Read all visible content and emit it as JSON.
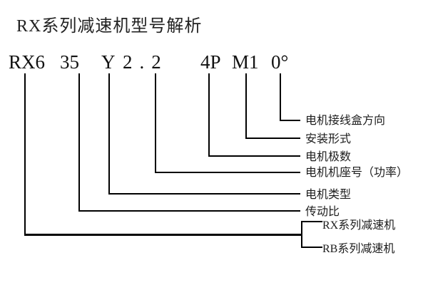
{
  "title": "RX系列减速机型号解析",
  "model_code": {
    "series_prefix": "RX6",
    "ratio": "35",
    "motor_type": "Y",
    "frame_power": "2.2",
    "poles": "4P",
    "mounting": "M1",
    "junction_angle": "0°"
  },
  "labels": {
    "junction_box": "电机接线盒方向",
    "mounting": "安装形式",
    "poles": "电机极数",
    "frame_power": "电机机座号（功率）",
    "motor_type": "电机类型",
    "ratio": "传动比",
    "rx_series": "RX系列减速机",
    "rb_series": "RB系列减速机"
  },
  "colors": {
    "background": "#ffffff",
    "line": "#000000",
    "text": "#1a1a1a"
  }
}
